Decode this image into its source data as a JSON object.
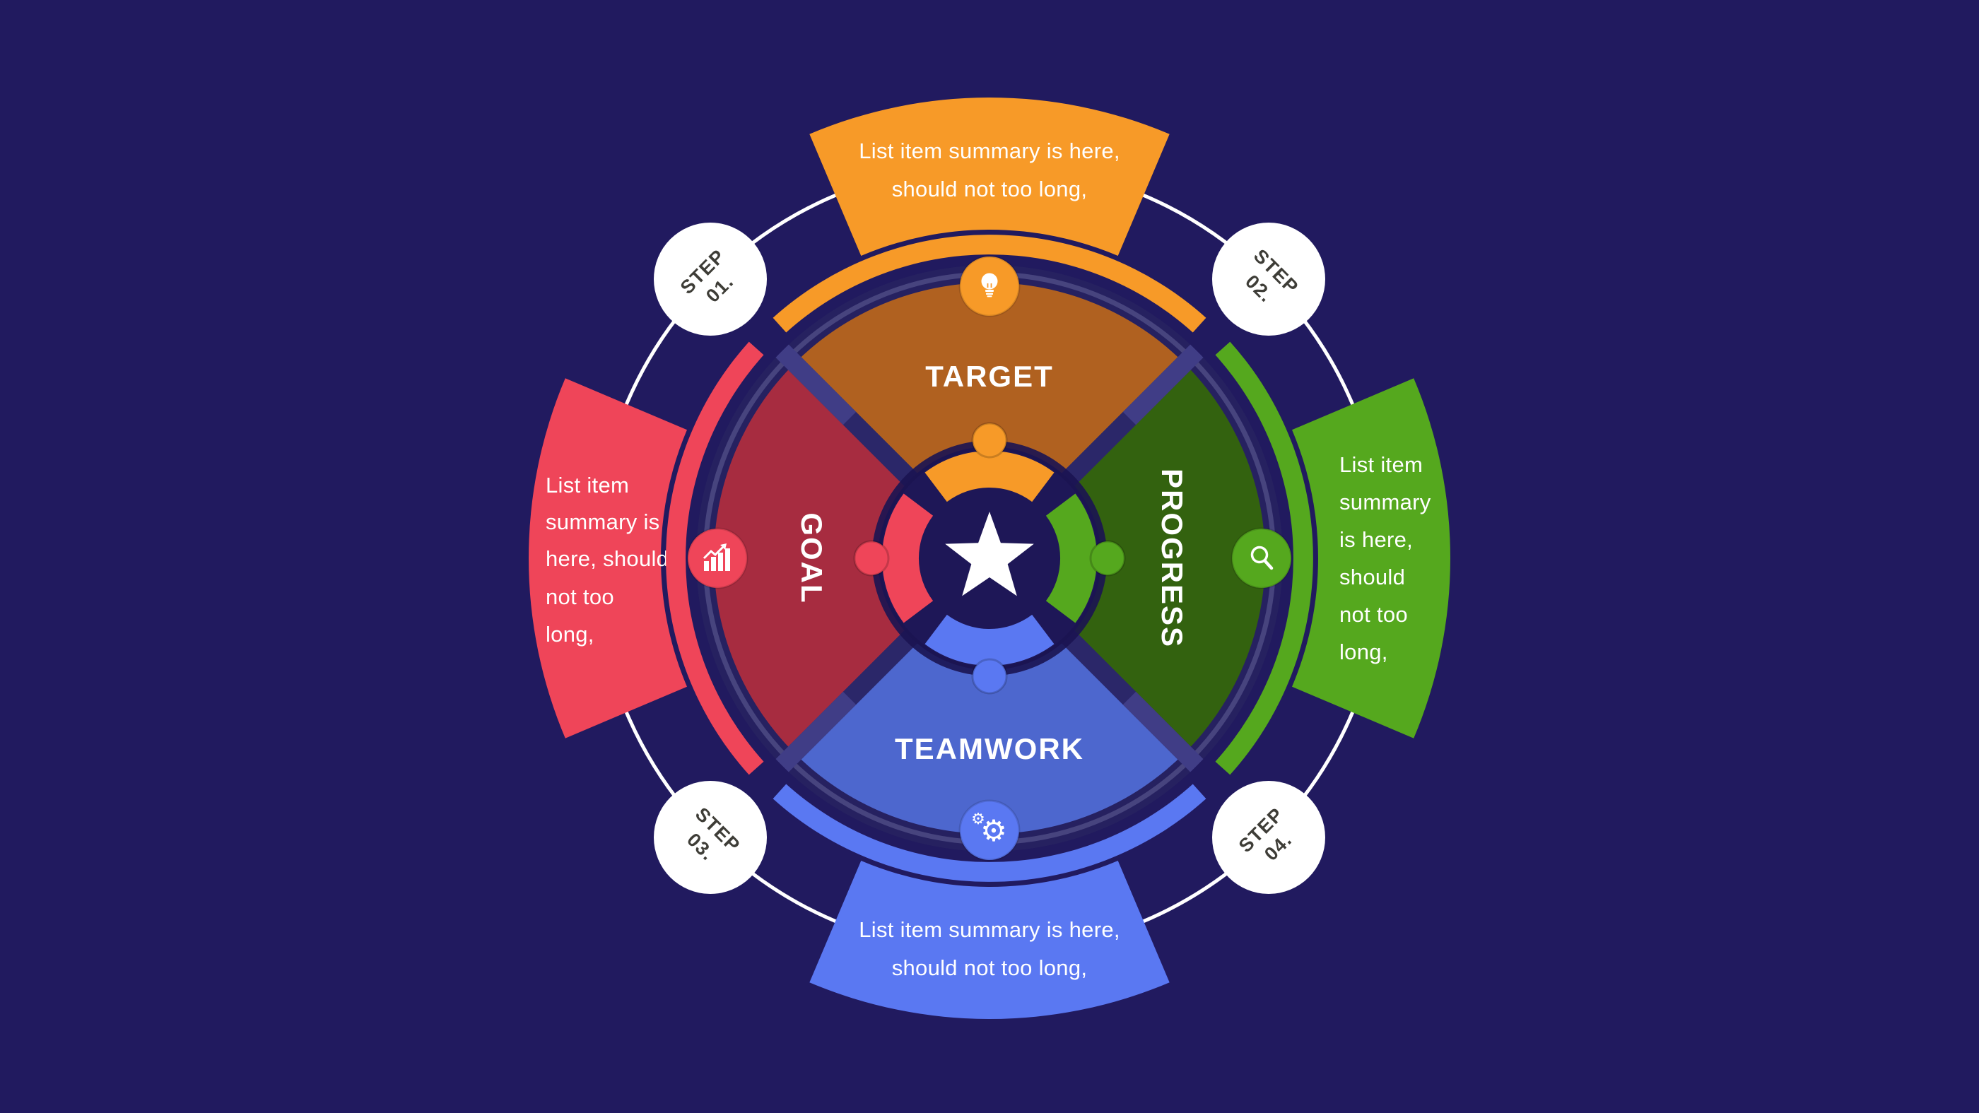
{
  "title": "Four step circular process infographic",
  "theme": {
    "background": "#211A5F",
    "wheel_disc": "#262160",
    "divider": "#2B2769",
    "divider_light_segment": "#403D86",
    "inner_ring_line": "#47447E",
    "center_disc": "#1E1757",
    "white": "#FFFFFF",
    "step_text_color": "#3E3D37"
  },
  "center": {
    "icon": "star-icon"
  },
  "quadrants": [
    {
      "id": "target",
      "label": "TARGET",
      "icon": "lightbulb-icon",
      "color_bright": "#F79A28",
      "color_deep": "#B06120",
      "fan_lines": [
        "List item summary is here,",
        "should not too long,"
      ]
    },
    {
      "id": "progress",
      "label": "PROGRESS",
      "icon": "search-icon",
      "color_bright": "#55A81E",
      "color_deep": "#33620F",
      "fan_lines": [
        "List item",
        "summary",
        "is here,",
        "should",
        "not too",
        "long,"
      ]
    },
    {
      "id": "teamwork",
      "label": "TEAMWORK",
      "icon": "gears-icon",
      "color_bright": "#5A78F2",
      "color_deep": "#4D67CE",
      "fan_lines": [
        "List item summary is here,",
        "should not too long,"
      ]
    },
    {
      "id": "goal",
      "label": "GOAL",
      "icon": "bar-chart-icon",
      "color_bright": "#EF4559",
      "color_deep": "#A72C40",
      "fan_lines": [
        "List item",
        "summary is",
        "here, should",
        "not too",
        "long,"
      ]
    }
  ],
  "steps": [
    {
      "label": "STEP",
      "number": "01."
    },
    {
      "label": "STEP",
      "number": "02."
    },
    {
      "label": "STEP",
      "number": "03."
    },
    {
      "label": "STEP",
      "number": "04."
    }
  ]
}
